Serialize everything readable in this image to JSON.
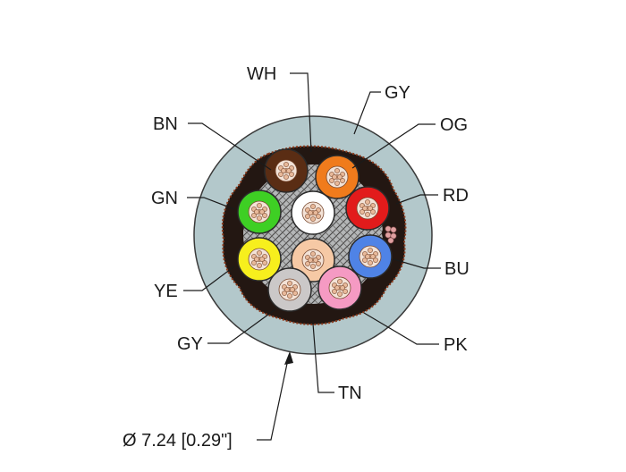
{
  "diagram": {
    "colors": {
      "jacket": "#b3c8cb",
      "jacket_stroke": "#3a3a3a",
      "filler": "#231712",
      "braid_bg": "#cdd2d4",
      "braid_stroke": "#333333",
      "copper": "#e8b99a",
      "copper_stroke": "#7a4a30",
      "wire_stroke": "#2a2a2a"
    },
    "labels": {
      "wh": "WH",
      "gy_top": "GY",
      "og": "OG",
      "bn": "BN",
      "rd": "RD",
      "gn": "GN",
      "bu": "BU",
      "ye": "YE",
      "gy_bottom": "GY",
      "pk": "PK",
      "tn": "TN",
      "diameter": "Ø 7.24 [0.29\"]"
    },
    "conductors": [
      {
        "code": "BN",
        "color": "#5a2d14"
      },
      {
        "code": "OG",
        "color": "#f07b1c"
      },
      {
        "code": "GN",
        "color": "#3ecf24"
      },
      {
        "code": "WH",
        "color": "#ffffff"
      },
      {
        "code": "RD",
        "color": "#e21b1b"
      },
      {
        "code": "YE",
        "color": "#f7ef1d"
      },
      {
        "code": "TN",
        "color": "#f6c9a5"
      },
      {
        "code": "BU",
        "color": "#4f83e6"
      },
      {
        "code": "GY",
        "color": "#cbc8c8"
      },
      {
        "code": "PK",
        "color": "#f59ac3"
      }
    ]
  }
}
